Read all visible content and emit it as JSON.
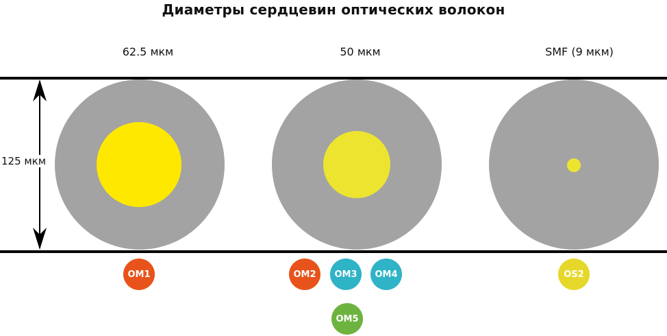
{
  "title": "Диаметры сердцевин оптических волокон",
  "dimension_label": "125 мкм",
  "colors": {
    "cladding": "#a3a3a3",
    "core_62_5": "#ffe800",
    "core_50": "#ede430",
    "core_9": "#ede430",
    "om1": "#e8531c",
    "om2": "#e8531c",
    "om3": "#2fb3c6",
    "om4": "#2fb3c6",
    "om5": "#6db33f",
    "os2": "#e6d82a",
    "lines": "#000000"
  },
  "columns": [
    {
      "label": "62.5 мкм",
      "badges": [
        "OM1"
      ]
    },
    {
      "label": "50 мкм",
      "badges": [
        "OM2",
        "OM3",
        "OM4",
        "OM5"
      ]
    },
    {
      "label": "SMF (9 мкм)",
      "badges": [
        "OS2"
      ]
    }
  ]
}
